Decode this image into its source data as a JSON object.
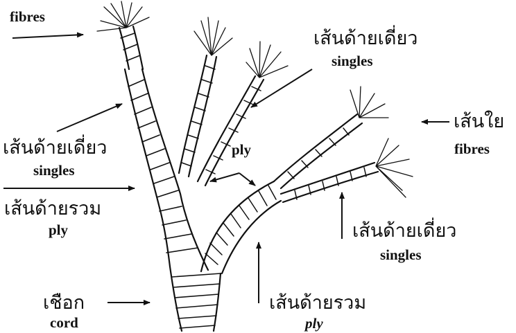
{
  "colors": {
    "ink": "#111111",
    "background": "#ffffff"
  },
  "labels": {
    "fibres_top_left": "fibres",
    "singles_top_th": "เส้นด้ายเดี่ยว",
    "singles_top_en": "singles",
    "fibres_right_th": "เส้นใย",
    "fibres_right_en": "fibres",
    "singles_left_th": "เส้นด้ายเดี่ยว",
    "singles_left_en": "singles",
    "ply_center": "ply",
    "ply_left_th": "เส้นด้ายรวม",
    "ply_left_en": "ply",
    "singles_right_th": "เส้นด้ายเดี่ยว",
    "singles_right_en": "singles",
    "cord_th": "เชือก",
    "cord_en": "cord",
    "ply_bottom_th": "เส้นด้ายรวม",
    "ply_bottom_en": "ply"
  }
}
